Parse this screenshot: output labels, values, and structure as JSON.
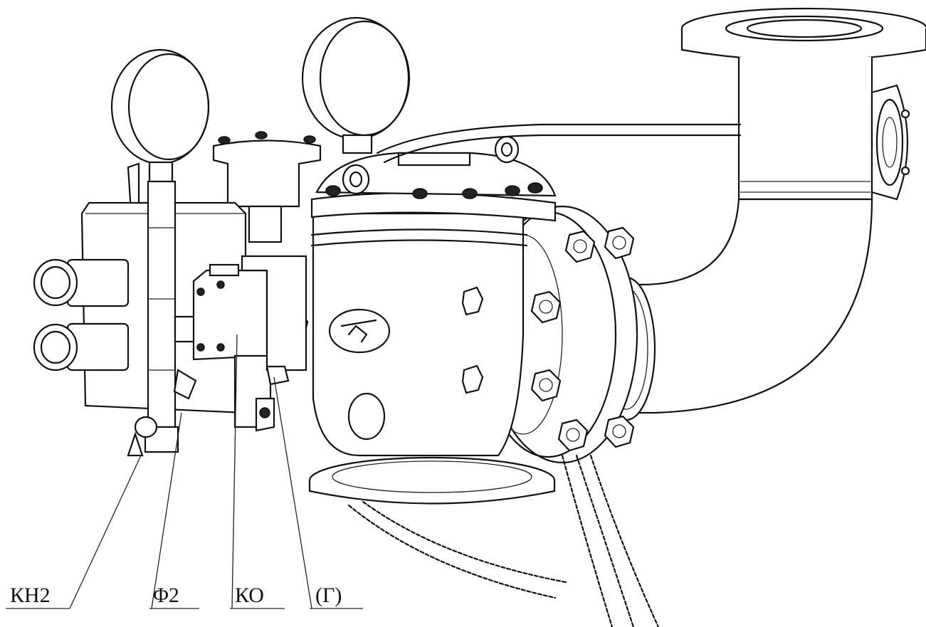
{
  "callouts": {
    "kn2": "КН2",
    "f2": "Φ2",
    "ko": "КО",
    "g": "(Г)"
  }
}
